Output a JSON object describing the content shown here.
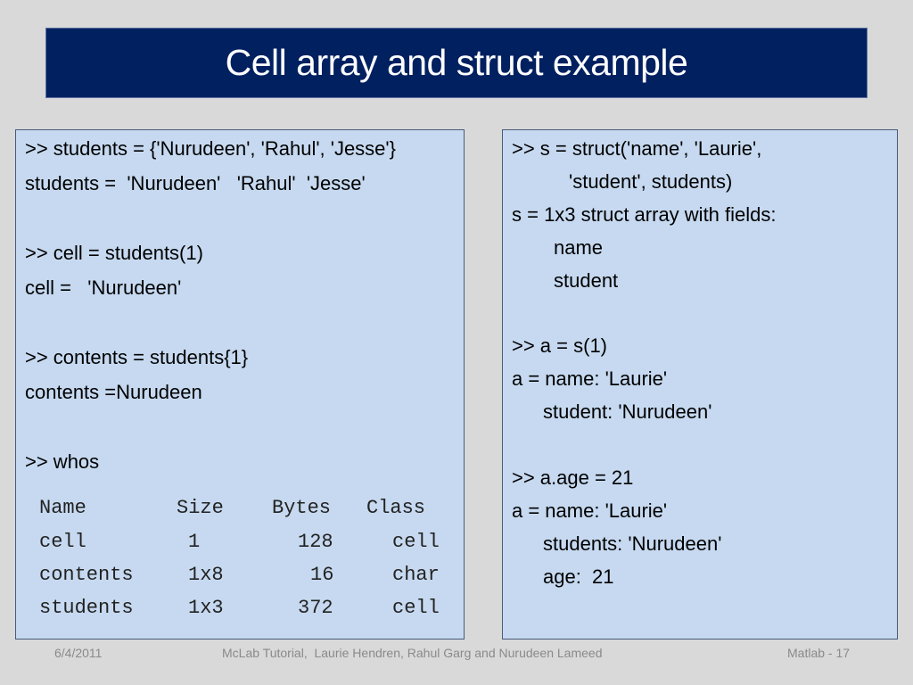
{
  "slide": {
    "title": "Cell array and struct example"
  },
  "left_panel": {
    "lines": [
      ">> students = {'Nurudeen', 'Rahul', 'Jesse'}",
      "students =  'Nurudeen'   'Rahul'  'Jesse'",
      ">> cell = students(1)",
      "cell =   'Nurudeen'",
      ">> contents = students{1}",
      "contents =Nurudeen",
      ">> whos"
    ],
    "whos_table": {
      "headers": [
        "Name",
        "Size",
        "Bytes",
        "Class"
      ],
      "rows": [
        [
          "cell",
          "1",
          "128",
          "cell"
        ],
        [
          "contents",
          "1x8",
          "16",
          "char"
        ],
        [
          "students",
          "1x3",
          "372",
          "cell"
        ]
      ]
    }
  },
  "right_panel": {
    "lines": [
      ">> s = struct('name', 'Laurie',",
      "'student', students)",
      "s = 1x3 struct array with fields:",
      "name",
      "student",
      ">> a = s(1)",
      "a = name: 'Laurie'",
      "student: 'Nurudeen'",
      ">> a.age = 21",
      "a = name: 'Laurie'",
      "students: 'Nurudeen'",
      "age:  21"
    ]
  },
  "footer": {
    "date": "6/4/2011",
    "center": "McLab Tutorial,  Laurie Hendren, Rahul Garg and Nurudeen Lameed",
    "page": "Matlab - 17"
  }
}
